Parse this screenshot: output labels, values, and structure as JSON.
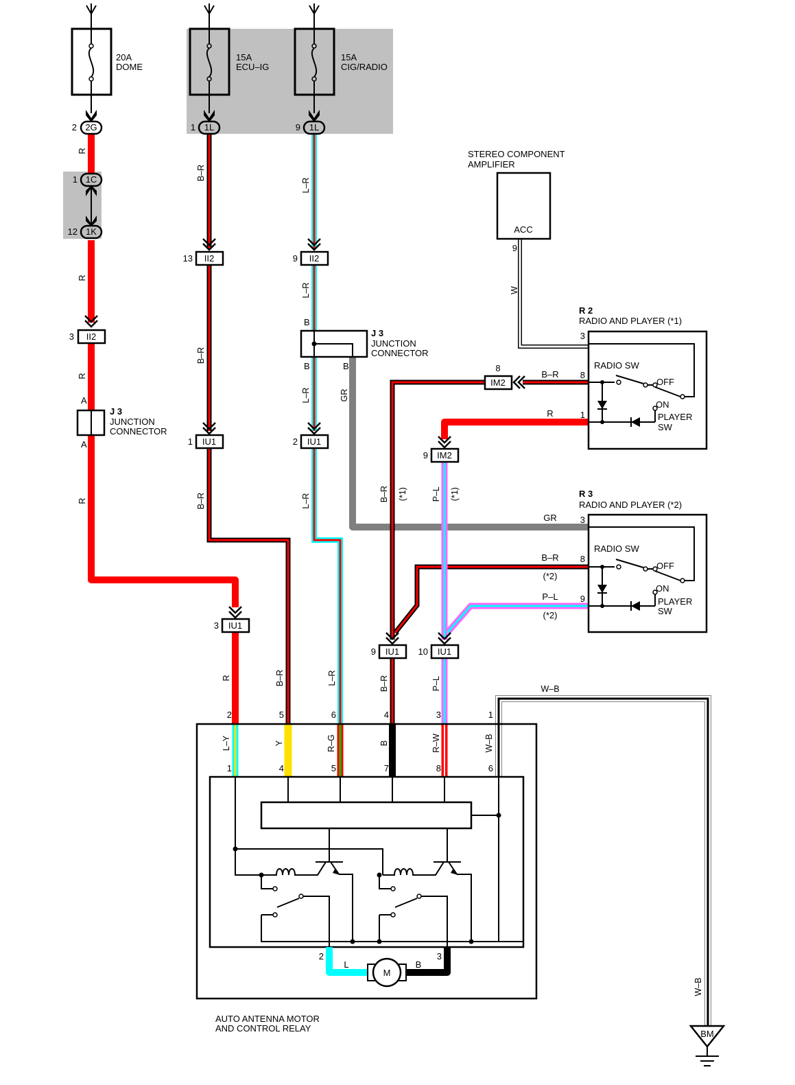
{
  "diagram_title": "Auto Antenna Wiring Diagram",
  "colors": {
    "red": "#ff0000",
    "black": "#000000",
    "cyan": "#00ffff",
    "gray": "#808080",
    "pink": "#ff66ff",
    "yellow": "#ffe000",
    "green": "#00cc00",
    "highlight_gray": "#c0c0c0",
    "white": "#ffffff"
  },
  "fuses": [
    {
      "rating": "20A",
      "name": "DOME"
    },
    {
      "rating": "15A",
      "name": "ECU–IG"
    },
    {
      "rating": "15A",
      "name": "CIG/RADIO"
    }
  ],
  "connectors": {
    "c2G": {
      "pin": "2",
      "id": "2G"
    },
    "c1L_a": {
      "pin": "1",
      "id": "1L"
    },
    "c1L_b": {
      "pin": "9",
      "id": "1L"
    },
    "c1C": {
      "pin": "1",
      "id": "1C"
    },
    "c1K": {
      "pin": "12",
      "id": "1K"
    },
    "ii2_a": {
      "pin": "3",
      "id": "II2"
    },
    "ii2_b": {
      "pin": "13",
      "id": "II2"
    },
    "ii2_c": {
      "pin": "9",
      "id": "II2"
    },
    "iu1_1": {
      "pin": "1",
      "id": "IU1"
    },
    "iu1_2": {
      "pin": "2",
      "id": "IU1"
    },
    "iu1_3": {
      "pin": "3",
      "id": "IU1"
    },
    "iu1_9": {
      "pin": "9",
      "id": "IU1"
    },
    "iu1_10": {
      "pin": "10",
      "id": "IU1"
    },
    "im2_8": {
      "pin": "8",
      "id": "IM2"
    },
    "im2_9": {
      "pin": "9",
      "id": "IM2"
    }
  },
  "junction_j3": {
    "id": "J 3",
    "name_line1": "JUNCTION",
    "name_line2": "CONNECTOR",
    "pin_a": "A",
    "pin_b": "B"
  },
  "amplifier": {
    "line1": "STEREO COMPONENT",
    "line2": "AMPLIFIER",
    "terminal": "ACC",
    "pin": "9",
    "wire": "W"
  },
  "radio_r2": {
    "id": "R 2",
    "name": "RADIO AND PLAYER (*1)",
    "pins": {
      "p3": "3",
      "p8": "8",
      "p1": "1"
    },
    "radio_sw": "RADIO SW",
    "off": "OFF",
    "on": "ON",
    "player_sw_1": "PLAYER",
    "player_sw_2": "SW",
    "wire_br": "B–R",
    "wire_r": "R"
  },
  "radio_r3": {
    "id": "R 3",
    "name": "RADIO AND PLAYER (*2)",
    "pins": {
      "p3": "3",
      "p8": "8",
      "p9": "9"
    },
    "radio_sw": "RADIO SW",
    "off": "OFF",
    "on": "ON",
    "player_sw_1": "PLAYER",
    "player_sw_2": "SW",
    "wire_gr": "GR",
    "wire_br": "B–R",
    "wire_pl": "P–L",
    "note": "(*2)"
  },
  "wire_labels": {
    "R": "R",
    "BR": "B–R",
    "LR": "L–R",
    "GR": "GR",
    "PL": "P–L",
    "WB": "W–B",
    "LY": "L–Y",
    "Y": "Y",
    "RG": "R–G",
    "B": "B",
    "RW": "R–W",
    "L": "L",
    "note1": "(*1)"
  },
  "antenna": {
    "line1": "AUTO ANTENNA MOTOR",
    "line2": "AND CONTROL RELAY",
    "top_pins": [
      "2",
      "5",
      "6",
      "4",
      "3",
      "1"
    ],
    "inner_pins": [
      "1",
      "4",
      "5",
      "7",
      "8",
      "6"
    ],
    "motor_pins": [
      "2",
      "3"
    ],
    "motor": "M"
  },
  "ground": {
    "id": "BM"
  }
}
